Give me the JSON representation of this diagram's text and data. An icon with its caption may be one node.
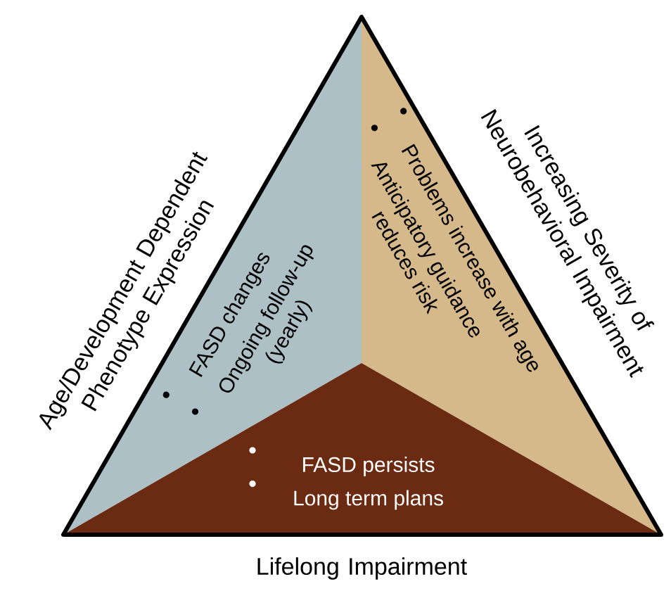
{
  "diagram": {
    "nodes": [
      {
        "text": [
          "FASD changes",
          "Ongoing follow-up (yearly)"
        ]
      },
      {
        "text": [
          "Problems increase with age",
          "Anticipatory guidance reduces risk"
        ]
      },
      {
        "text": [
          "FASD persists",
          "Long term plans"
        ]
      }
    ],
    "labels": [
      "Age/Development Dependent Phenotype Expression",
      "Increasing Severity of Neurobehavioral Impairment",
      "Lifelong Impairment"
    ]
  }
}
